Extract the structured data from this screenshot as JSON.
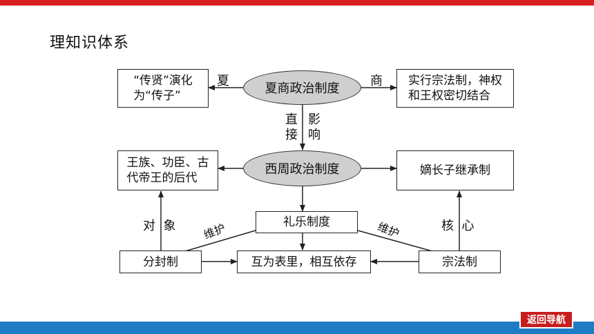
{
  "title": "理知识体系",
  "nodes": {
    "xia_shang": "夏商政治制度",
    "xizhou": "西周政治制度",
    "chuanxian": "“传贤”演化\n为“传子”",
    "zongfa_shenquan": "实行宗法制，神权\n和王权密切结合",
    "wangzu": "王族、功臣、古\n代帝王的后代",
    "dizhang": "嫡长子继承制",
    "liyue": "礼乐制度",
    "fenfeng": "分封制",
    "huwei": "互为表里，相互依存",
    "zongfa": "宗法制"
  },
  "edge_labels": {
    "xia": "夏",
    "shang": "商",
    "zhijie_1": "直",
    "zhijie_2": "接",
    "yingxiang_1": "影",
    "yingxiang_2": "响",
    "duixiang": "对  象",
    "weihu_left": "维护",
    "weihu_right": "维护",
    "hexin": "核  心"
  },
  "nav": {
    "back_label": "返回导航"
  },
  "colors": {
    "top_bar": "#d71e1e",
    "bottom_bar": "#1f7cc4",
    "ellipse_fill": "#cfcfcf",
    "nav_button": "#c81d1d"
  }
}
